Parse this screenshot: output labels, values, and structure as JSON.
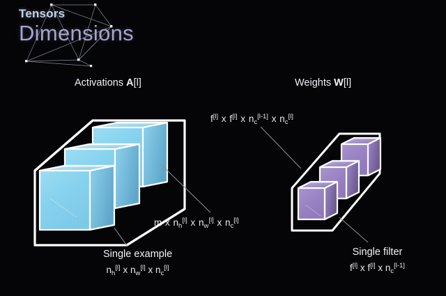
{
  "slide": {
    "background_color": "#050406",
    "kicker": "Tensors",
    "title": "Dimensions"
  },
  "headings": {
    "activations_prefix": "Activations ",
    "activations_symbol": "A",
    "activations_suffix": "[l]",
    "weights_prefix": "Weights ",
    "weights_symbol": "W",
    "weights_suffix": "[l]"
  },
  "formulas": {
    "weights": {
      "full_text": "f[l] x f[l] x nc[l-1] x nc[l]",
      "tokens": [
        {
          "base": "f",
          "sub": "",
          "sup": "[l]"
        },
        {
          "op": "x"
        },
        {
          "base": "f",
          "sub": "",
          "sup": "[l]"
        },
        {
          "op": "x"
        },
        {
          "base": "n",
          "sub": "c",
          "sup": "[l-1]"
        },
        {
          "op": "x"
        },
        {
          "base": "n",
          "sub": "c",
          "sup": "[l]"
        }
      ]
    },
    "activations": {
      "full_text": "m x nh[l] x nw[l] x nc[l]",
      "tokens": [
        {
          "base": "m",
          "sub": "",
          "sup": ""
        },
        {
          "op": "x"
        },
        {
          "base": "n",
          "sub": "h",
          "sup": "[l]"
        },
        {
          "op": "x"
        },
        {
          "base": "n",
          "sub": "w",
          "sup": "[l]"
        },
        {
          "op": "x"
        },
        {
          "base": "n",
          "sub": "c",
          "sup": "[l]"
        }
      ]
    }
  },
  "captions": {
    "single_example": {
      "title": "Single example",
      "formula_text": "nh[l] x nw[l] x nc[l]",
      "tokens": [
        {
          "base": "n",
          "sub": "h",
          "sup": "[l]"
        },
        {
          "op": "x"
        },
        {
          "base": "n",
          "sub": "w",
          "sup": "[l]"
        },
        {
          "op": "x"
        },
        {
          "base": "n",
          "sub": "c",
          "sup": "[l]"
        }
      ]
    },
    "single_filter": {
      "title": "Single filter",
      "formula_text": "f[l] x f[l] x nc[l-1]",
      "tokens": [
        {
          "base": "f",
          "sub": "",
          "sup": "[l]"
        },
        {
          "op": "x"
        },
        {
          "base": "f",
          "sub": "",
          "sup": "[l]"
        },
        {
          "op": "x"
        },
        {
          "base": "n",
          "sub": "c",
          "sup": "[l-1]"
        }
      ]
    }
  },
  "figures": {
    "activations": {
      "name": "activations-tensor-stack",
      "cube_count": 3,
      "cube_face_color": "#86d3ef",
      "cube_top_color": "#a9ddf2",
      "cube_side_color": "#5fa9cd",
      "outline_color": "#ffffff"
    },
    "weights": {
      "name": "weights-filter-stack",
      "cube_count": 3,
      "cube_face_color": "#9b84c4",
      "cube_top_color": "#ab96d0",
      "cube_side_color": "#6e5b94",
      "outline_color": "#ffffff"
    }
  },
  "colors": {
    "kicker_text": "#c4d2e6",
    "title_text": "#a5a5cb",
    "body_text": "#e8eaef",
    "leader_line": "#8a8a95",
    "background": "#050406"
  }
}
